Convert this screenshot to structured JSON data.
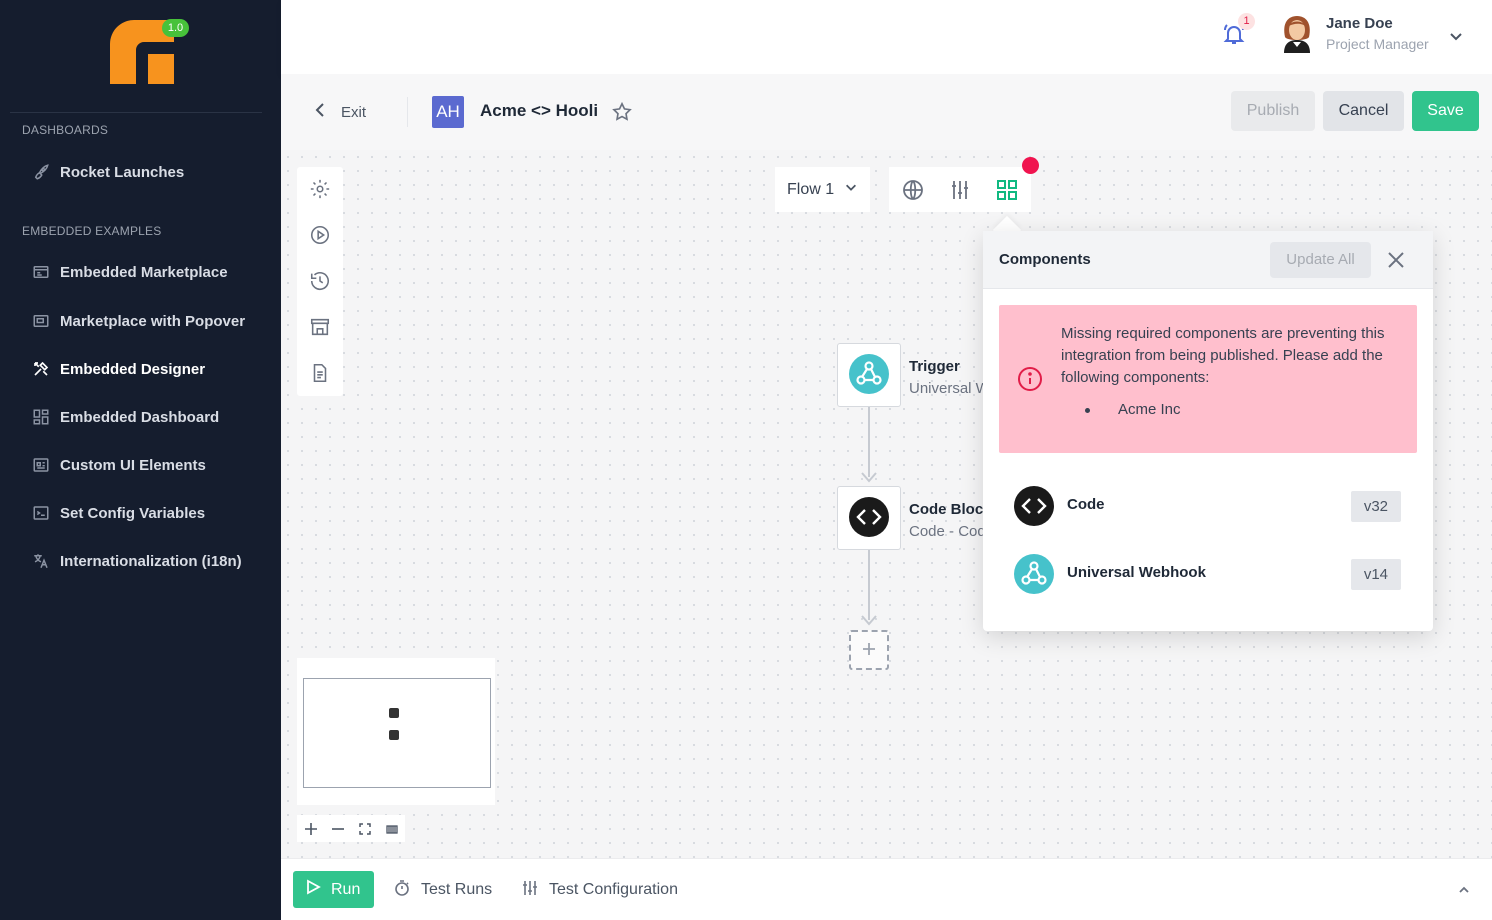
{
  "app": {
    "logo_badge": "1.0",
    "brand_color": "#f7931e"
  },
  "sidebar": {
    "sections": [
      {
        "title": "DASHBOARDS"
      },
      {
        "title": "EMBEDDED EXAMPLES"
      }
    ],
    "items": [
      {
        "label": "Rocket Launches",
        "icon": "rocket-icon"
      },
      {
        "label": "Embedded Marketplace",
        "icon": "marketplace-icon"
      },
      {
        "label": "Marketplace with Popover",
        "icon": "popover-icon"
      },
      {
        "label": "Embedded Designer",
        "icon": "tools-icon",
        "active": true
      },
      {
        "label": "Embedded Dashboard",
        "icon": "dashboard-icon"
      },
      {
        "label": "Custom UI Elements",
        "icon": "custom-ui-icon"
      },
      {
        "label": "Set Config Variables",
        "icon": "config-icon"
      },
      {
        "label": "Internationalization (i18n)",
        "icon": "translate-icon"
      }
    ]
  },
  "topbar": {
    "notification_count": "1",
    "user": {
      "name": "Jane Doe",
      "role": "Project Manager"
    }
  },
  "header": {
    "exit_label": "Exit",
    "integration_initials": "AH",
    "integration_title": "Acme <> Hooli",
    "publish_label": "Publish",
    "cancel_label": "Cancel",
    "save_label": "Save"
  },
  "canvas": {
    "flow_selector": "Flow 1",
    "nodes": [
      {
        "title": "Trigger",
        "subtitle": "Universal Webhook",
        "icon": "webhook-icon"
      },
      {
        "title": "Code Block",
        "subtitle": "Code - Code Block",
        "icon": "code-icon"
      }
    ]
  },
  "components_panel": {
    "title": "Components",
    "update_all_label": "Update All",
    "alert_message": "Missing required components are preventing this integration from being published. Please add the following components:",
    "missing_components": [
      "Acme Inc"
    ],
    "components": [
      {
        "label": "Code",
        "version": "v32",
        "icon": "code-icon"
      },
      {
        "label": "Universal Webhook",
        "version": "v14",
        "icon": "webhook-icon"
      }
    ]
  },
  "bottombar": {
    "run_label": "Run",
    "test_runs_label": "Test Runs",
    "test_config_label": "Test Configuration"
  },
  "colors": {
    "sidebar_bg": "#151d2e",
    "success": "#31c48d",
    "alert_bg": "#ffbfcd",
    "alert_icon": "#e11d48",
    "accent": "#10b981",
    "webhook": "#46c2cb"
  }
}
